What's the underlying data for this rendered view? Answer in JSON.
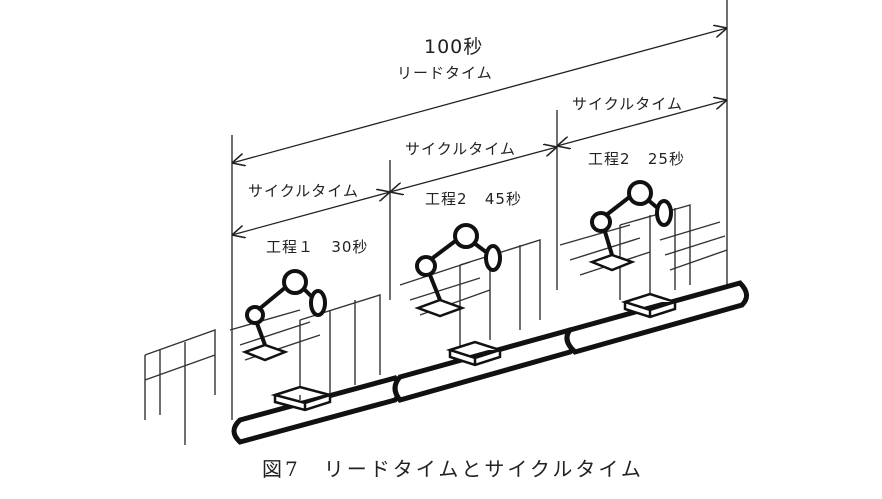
{
  "lead_time": {
    "value": "100秒",
    "label": "リードタイム"
  },
  "cycle_labels": [
    "サイクルタイム",
    "サイクルタイム",
    "サイクルタイム"
  ],
  "processes": [
    {
      "name": "工程１",
      "time": "30秒"
    },
    {
      "name": "工程2",
      "time": "45秒"
    },
    {
      "name": "工程2",
      "time": "25秒"
    }
  ],
  "caption": "図7　リードタイムとサイクルタイム"
}
